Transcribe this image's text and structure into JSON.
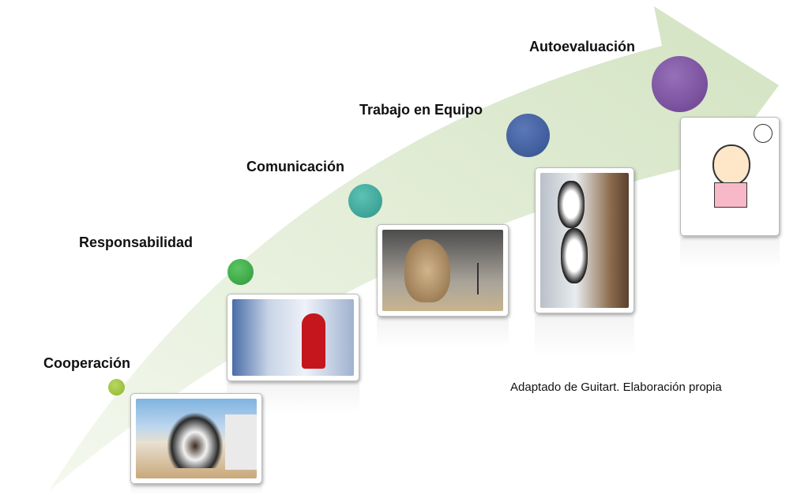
{
  "steps": [
    {
      "label": "Cooperación",
      "color": "#9cc23c",
      "image": "group-human-pyramid-photo"
    },
    {
      "label": "Responsabilidad",
      "color": "#38a846",
      "image": "red-figure-in-crowd-photo"
    },
    {
      "label": "Comunicación",
      "color": "#3aa89c",
      "image": "giant-ear-sculpture-photo"
    },
    {
      "label": "Trabajo en Equipo",
      "color": "#3f5c9e",
      "image": "pandas-climbing-photo"
    },
    {
      "label": "Autoevaluación",
      "color": "#7a4d9e",
      "image": "cartoon-boy-thinking-photo"
    }
  ],
  "caption": "Adaptado de Guitart. Elaboración propia",
  "arrow_color": "#d9e7c9"
}
